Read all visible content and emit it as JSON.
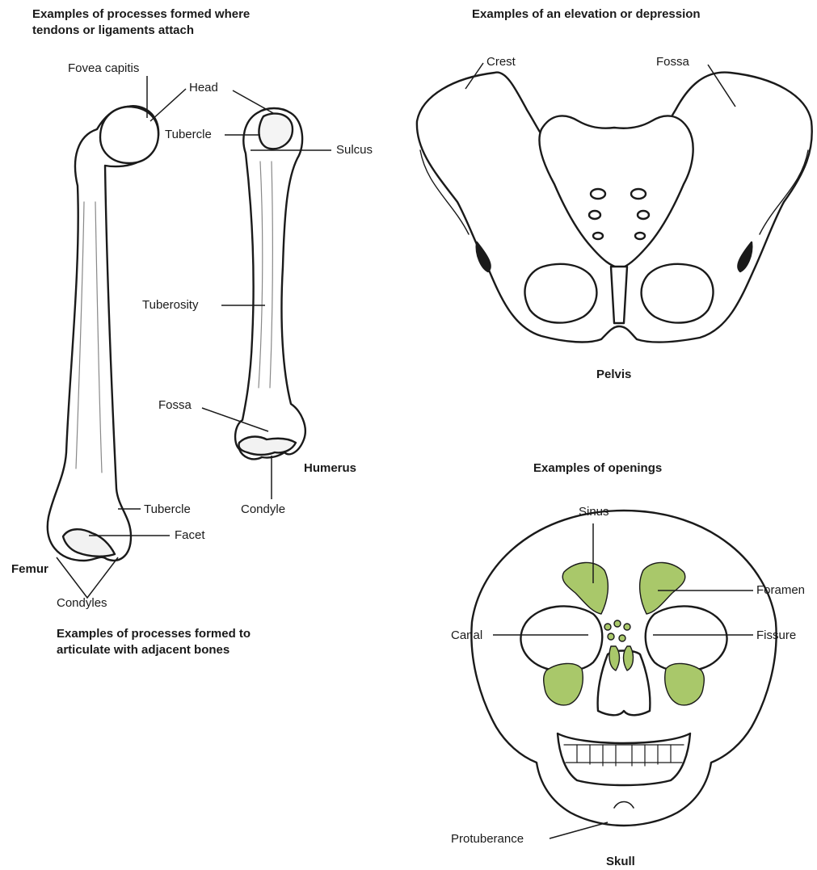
{
  "headings": {
    "tendon_processes": [
      "Examples of processes formed where",
      "tendons or ligaments attach"
    ],
    "elevation_depression": "Examples of an elevation or depression",
    "openings": "Examples of openings",
    "articulation_processes": [
      "Examples of processes formed to",
      "articulate with adjacent bones"
    ]
  },
  "bone_names": {
    "femur": "Femur",
    "humerus": "Humerus",
    "pelvis": "Pelvis",
    "skull": "Skull"
  },
  "labels": {
    "fovea_capitis": "Fovea capitis",
    "head": "Head",
    "tubercle_humerus": "Tubercle",
    "sulcus": "Sulcus",
    "tuberosity": "Tuberosity",
    "fossa_humerus": "Fossa",
    "condyle": "Condyle",
    "tubercle_femur": "Tubercle",
    "facet": "Facet",
    "condyles": "Condyles",
    "crest": "Crest",
    "fossa_pelvis": "Fossa",
    "sinus": "Sinus",
    "foramen": "Foramen",
    "canal": "Canal",
    "fissure": "Fissure",
    "protuberance": "Protuberance"
  },
  "colors": {
    "bone_fill": "#ffffff",
    "outline": "#1a1a1a",
    "sinus_green": "#a9c86a",
    "shading": "#d8d8d8"
  }
}
